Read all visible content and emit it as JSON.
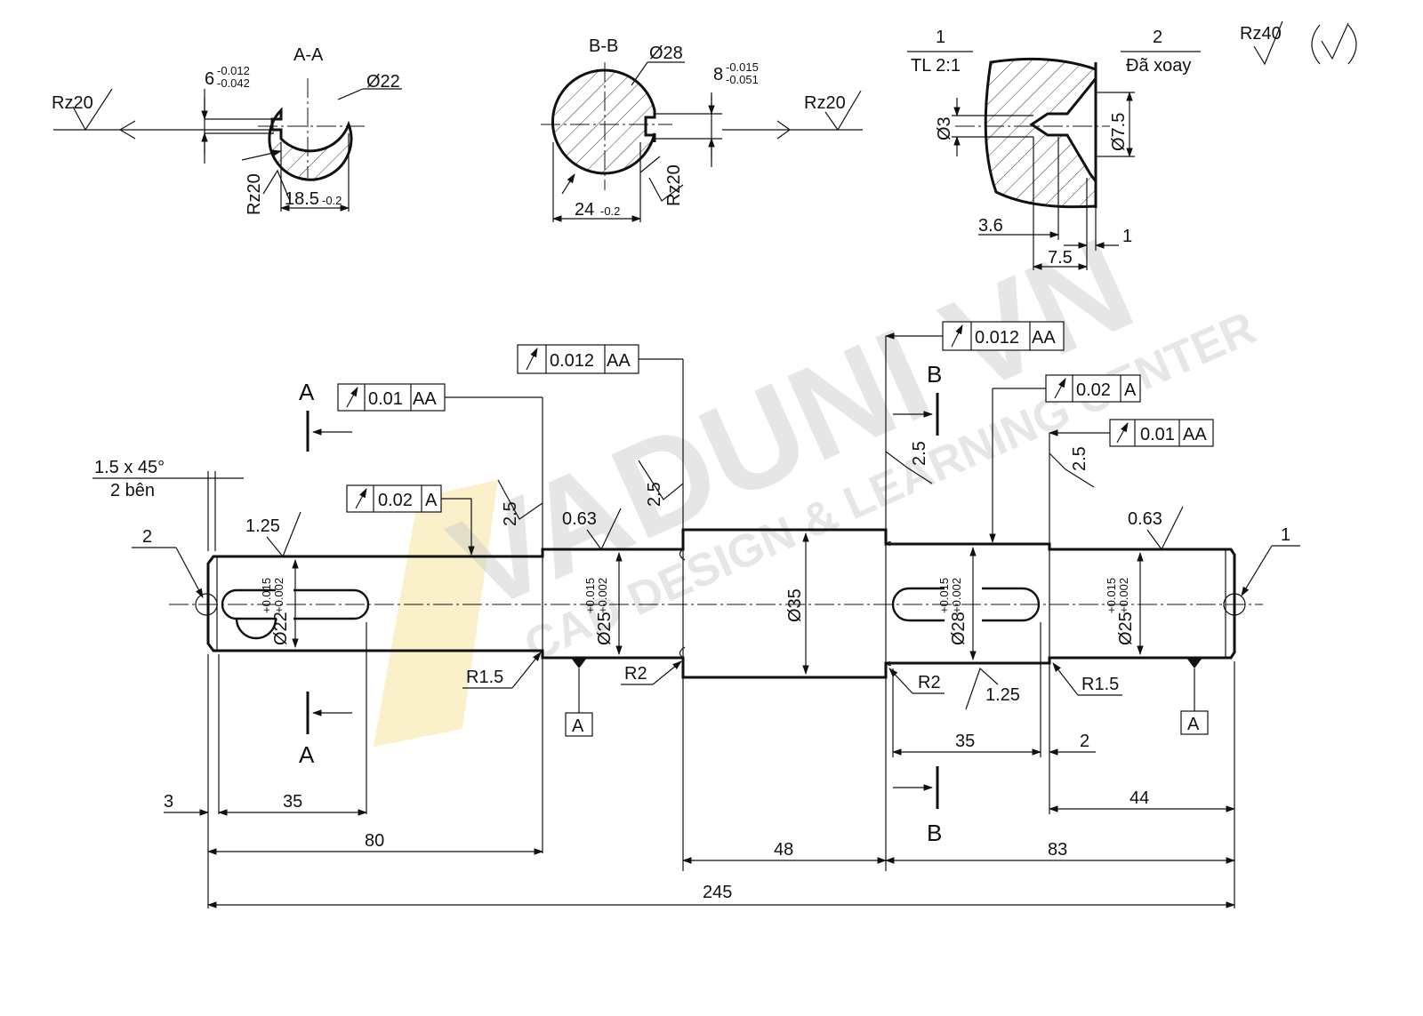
{
  "watermark": {
    "brand": "VADUNI VN",
    "tagline": "CAD DESIGN & LEARNING CENTER"
  },
  "sections": {
    "aa": {
      "title": "A-A",
      "dia": "Ø22",
      "key_width": "6",
      "key_tol_upper": "-0.012",
      "key_tol_lower": "-0.042",
      "depth": "18.5",
      "depth_tol": "-0.2",
      "rough_left": "Rz20",
      "rough_bottom": "Rz20"
    },
    "bb": {
      "title": "B-B",
      "dia": "Ø28",
      "key_width": "8",
      "key_tol_upper": "-0.015",
      "key_tol_lower": "-0.051",
      "depth": "24",
      "depth_tol": "-0.2",
      "rough_right": "Rz20",
      "rough_bottom": "Rz20"
    }
  },
  "detail": {
    "d1_num": "1",
    "d1_scale": "TL 2:1",
    "d2_num": "2",
    "d2_note": "Đã xoay",
    "dia_small": "Ø3",
    "dia_large": "Ø7.5",
    "len_a": "3.6",
    "len_b": "7.5",
    "len_c": "1"
  },
  "general_roughness": "Rz40",
  "main": {
    "chamfer": "1.5 x 45°",
    "chamfer_note": "2 bên",
    "center_left": "2",
    "center_right": "1",
    "ra_left": "1.25",
    "ra_mid": "0.63",
    "ra_right": "0.63",
    "ra_key2": "1.25",
    "dia_left": "Ø22",
    "dia_2": "Ø25",
    "dia_mid": "Ø35",
    "dia_4": "Ø28",
    "dia_right": "Ø25",
    "tol_upper": "+0.015",
    "tol_lower": "+0.002",
    "r_1": "R1.5",
    "r_2": "R2",
    "r_3": "R2",
    "r_4": "R1.5",
    "rough_25": "2.5",
    "datum": "A",
    "section_a": "A",
    "section_b": "B",
    "dims": {
      "d3": "3",
      "d35a": "35",
      "d80": "80",
      "d48": "48",
      "d83": "83",
      "d245": "245",
      "d35b": "35",
      "d2": "2",
      "d44": "44"
    }
  },
  "fcf": [
    {
      "tol": "0.01",
      "ref": "AA"
    },
    {
      "tol": "0.02",
      "ref": "A"
    },
    {
      "tol": "0.012",
      "ref": "AA"
    },
    {
      "tol": "0.012",
      "ref": "AA"
    },
    {
      "tol": "0.02",
      "ref": "A"
    },
    {
      "tol": "0.01",
      "ref": "AA"
    }
  ]
}
